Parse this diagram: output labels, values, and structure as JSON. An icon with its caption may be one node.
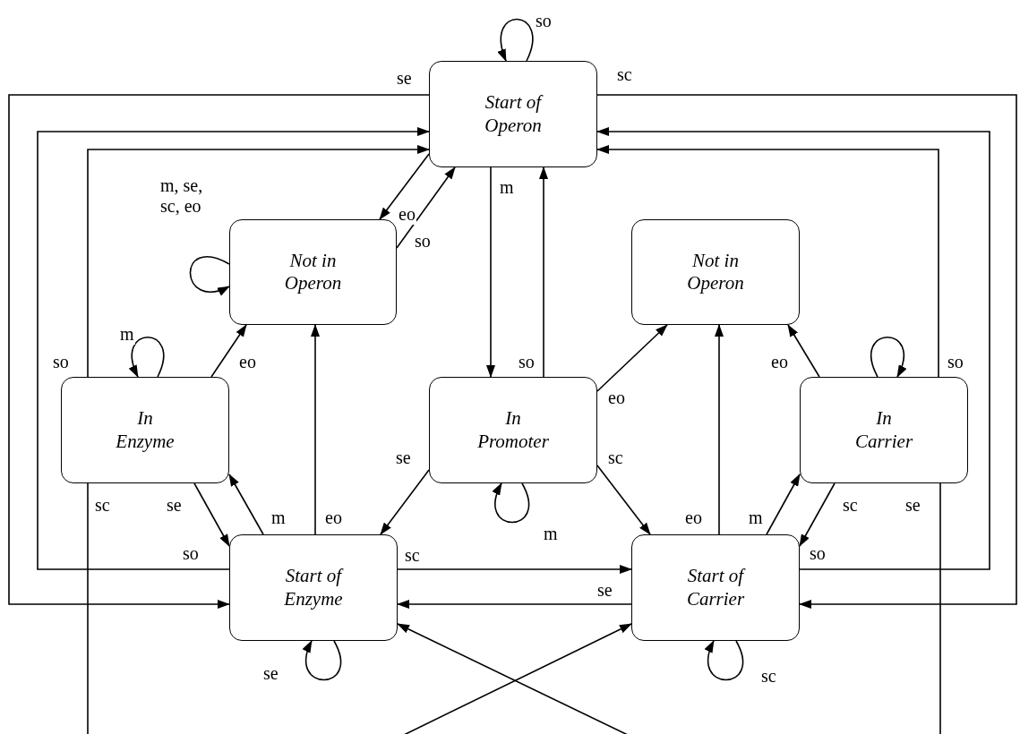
{
  "diagram": {
    "nodes": [
      {
        "text": [
          "Start of Operon"
        ]
      },
      {
        "text": [
          "Not in Operon"
        ]
      },
      {
        "text": [
          "Not in Operon"
        ]
      },
      {
        "text": [
          "In Enzyme"
        ]
      },
      {
        "text": [
          "In Promoter"
        ]
      },
      {
        "text": [
          "In Carrier"
        ]
      },
      {
        "text": [
          "Start of Enzyme"
        ]
      },
      {
        "text": [
          "Start of Carrier"
        ]
      }
    ],
    "edges": [
      {
        "from": 0,
        "to": 0,
        "arrow": "to",
        "label": "so"
      },
      {
        "from": 0,
        "to": 6,
        "arrow": "to",
        "label": "se"
      },
      {
        "from": 6,
        "to": 0,
        "arrow": "to",
        "label": "so"
      },
      {
        "from": 3,
        "to": 0,
        "arrow": "to",
        "label": "so"
      },
      {
        "from": 0,
        "to": 7,
        "arrow": "to",
        "label": "sc"
      },
      {
        "from": 7,
        "to": 0,
        "arrow": "to",
        "label": "so"
      },
      {
        "from": 5,
        "to": 0,
        "arrow": "to",
        "label": "so"
      },
      {
        "from": 0,
        "to": 1,
        "arrow": "to",
        "label": "eo"
      },
      {
        "from": 1,
        "to": 0,
        "arrow": "to",
        "label": "so"
      },
      {
        "from": 1,
        "to": 1,
        "arrow": "to",
        "label": "m, se, sc, eo"
      },
      {
        "from": 0,
        "to": 4,
        "arrow": "to",
        "label": "m"
      },
      {
        "from": 4,
        "to": 0,
        "arrow": "to",
        "label": "so"
      },
      {
        "from": 3,
        "to": 3,
        "arrow": "to",
        "label": "m"
      },
      {
        "from": 3,
        "to": 1,
        "arrow": "to",
        "label": "eo"
      },
      {
        "from": 6,
        "to": 1,
        "arrow": "to",
        "label": "eo"
      },
      {
        "from": 3,
        "to": 6,
        "arrow": "to",
        "label": "se"
      },
      {
        "from": 6,
        "to": 3,
        "arrow": "to",
        "label": "m"
      },
      {
        "from": 4,
        "to": 4,
        "arrow": "to",
        "label": "m"
      },
      {
        "from": 4,
        "to": 6,
        "arrow": "to",
        "label": "se"
      },
      {
        "from": 4,
        "to": 7,
        "arrow": "to",
        "label": "sc"
      },
      {
        "from": 4,
        "to": 2,
        "arrow": "to",
        "label": "eo"
      },
      {
        "from": 6,
        "to": 7,
        "arrow": "to",
        "label": "sc"
      },
      {
        "from": 7,
        "to": 6,
        "arrow": "to",
        "label": "se"
      },
      {
        "from": 6,
        "to": 6,
        "arrow": "to",
        "label": "se"
      },
      {
        "from": 7,
        "to": 7,
        "arrow": "to",
        "label": "sc"
      },
      {
        "from": 7,
        "to": 2,
        "arrow": "to",
        "label": "eo"
      },
      {
        "from": 7,
        "to": 5,
        "arrow": "to",
        "label": "m"
      },
      {
        "from": 5,
        "to": 7,
        "arrow": "to",
        "label": "sc"
      },
      {
        "from": 5,
        "to": 2,
        "arrow": "to",
        "label": "eo"
      },
      {
        "from": 5,
        "to": 5,
        "arrow": "to"
      },
      {
        "from": 3,
        "to": null,
        "arrow": "none",
        "label": "sc"
      },
      {
        "from": 5,
        "to": null,
        "arrow": "none",
        "label": "se"
      },
      {
        "from": null,
        "to": 7,
        "arrow": "to"
      },
      {
        "from": null,
        "to": 6,
        "arrow": "to"
      }
    ]
  }
}
